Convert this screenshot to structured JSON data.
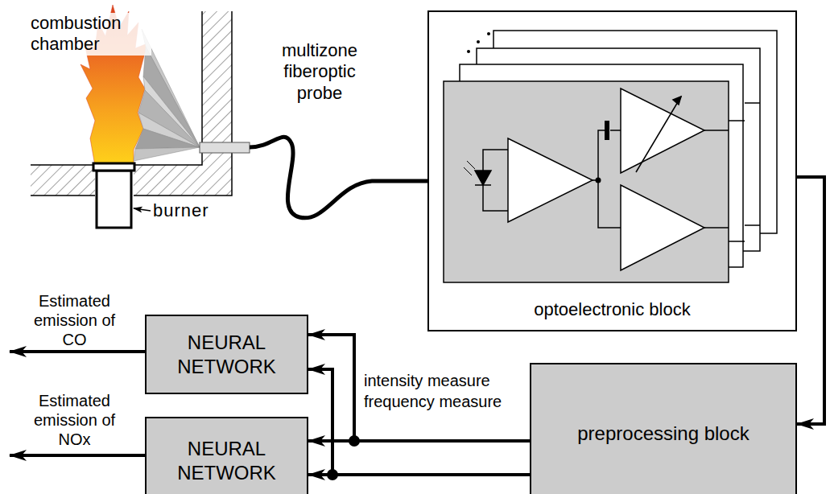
{
  "diagram": {
    "nodes": [
      {
        "text": [
          "optoelectronic block"
        ]
      },
      {
        "text": [
          "preprocessing block"
        ]
      },
      {
        "text": [
          "NEURAL NETWORK"
        ]
      },
      {
        "text": [
          "NEURAL NETWORK"
        ]
      }
    ],
    "edges": [
      {
        "from": 0,
        "to": 1,
        "arrow": "to"
      },
      {
        "from": 1,
        "to": 2,
        "arrow": "to"
      },
      {
        "from": 1,
        "to": 2,
        "arrow": "to"
      },
      {
        "from": 1,
        "to": 3,
        "arrow": "to"
      },
      {
        "from": 1,
        "to": 3,
        "arrow": "to"
      }
    ],
    "labels": [
      "combustion chamber",
      "multizone fiberoptic probe",
      "burner",
      "Estimated emission of CO",
      "Estimated emission of NOx",
      "intensity measure",
      "frequency measure"
    ]
  }
}
